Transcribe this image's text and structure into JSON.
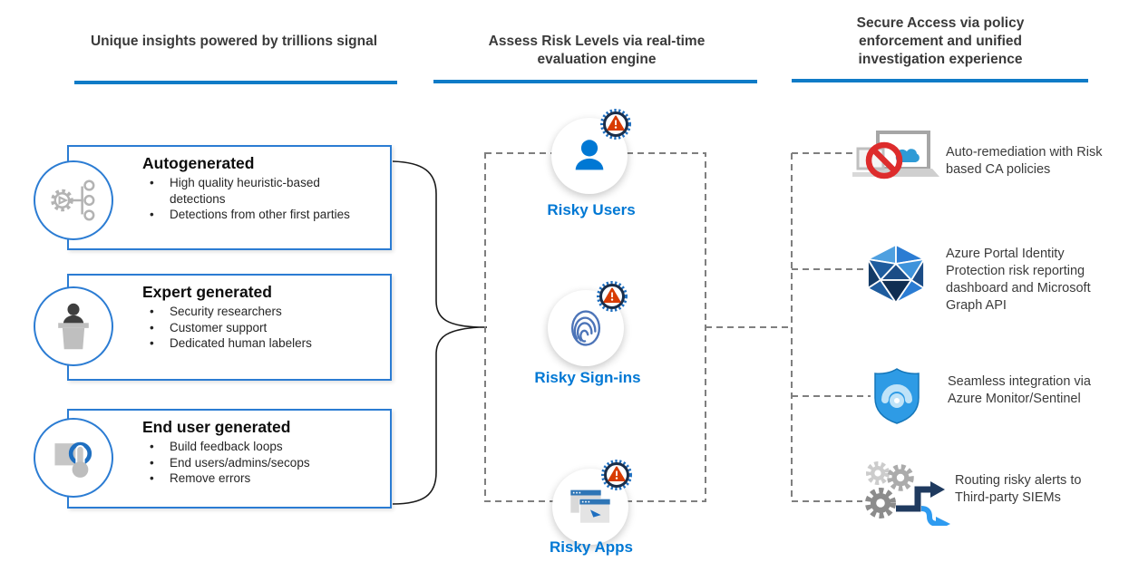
{
  "headers": [
    {
      "title": "Unique insights powered by trillions signal"
    },
    {
      "title": "Assess Risk Levels via real-time evaluation engine"
    },
    {
      "title": "Secure Access via policy enforcement and unified investigation experience"
    }
  ],
  "left": {
    "boxes": [
      {
        "title": "Autogenerated",
        "icon": "automation-branch-icon",
        "bullets": [
          "High quality heuristic-based detections",
          "Detections from other first parties"
        ]
      },
      {
        "title": "Expert generated",
        "icon": "presenter-podium-icon",
        "bullets": [
          "Security researchers",
          "Customer support",
          "Dedicated human labelers"
        ]
      },
      {
        "title": "End user generated",
        "icon": "user-tap-icon",
        "bullets": [
          "Build feedback loops",
          "End users/admins/secops",
          "Remove errors"
        ]
      }
    ]
  },
  "middle": {
    "items": [
      {
        "label": "Risky Users",
        "icon": "user-icon",
        "badge": "alert-gear-badge"
      },
      {
        "label": "Risky Sign-ins",
        "icon": "fingerprint-icon",
        "badge": "alert-gear-badge"
      },
      {
        "label": "Risky Apps",
        "icon": "app-windows-icon",
        "badge": "alert-gear-badge"
      }
    ]
  },
  "right": {
    "items": [
      {
        "text": "Auto-remediation with Risk based CA policies",
        "icon": "blocked-device-icon"
      },
      {
        "text": "Azure Portal Identity Protection risk reporting dashboard and Microsoft Graph API",
        "icon": "identity-protection-icon"
      },
      {
        "text": "Seamless integration via Azure Monitor/Sentinel",
        "icon": "monitor-shield-icon"
      },
      {
        "text": "Routing risky alerts to Third-party SIEMs",
        "icon": "gears-routing-icon"
      }
    ]
  },
  "colors": {
    "accent_blue": "#0f7bc7",
    "label_blue": "#0078d4",
    "box_border": "#2b7cd3",
    "dashed_gray": "#7f7f7f",
    "alert_orange": "#d83b01"
  }
}
